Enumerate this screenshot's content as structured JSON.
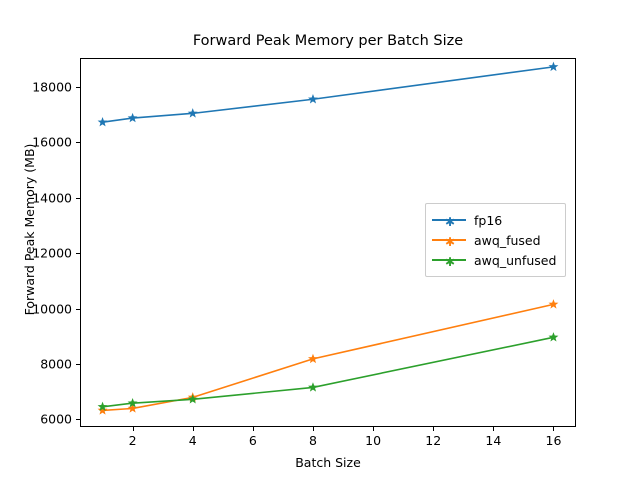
{
  "chart_data": {
    "type": "line",
    "title": "Forward Peak Memory per Batch Size",
    "xlabel": "Batch Size",
    "ylabel": "Forward Peak Memory (MB)",
    "x": [
      1,
      2,
      4,
      8,
      16
    ],
    "xlim": [
      0.25,
      16.75
    ],
    "ylim": [
      5720,
      19050
    ],
    "xticks": [
      2,
      4,
      6,
      8,
      10,
      12,
      14,
      16
    ],
    "xtick_labels": [
      "2",
      "4",
      "6",
      "8",
      "10",
      "12",
      "14",
      "16"
    ],
    "yticks": [
      6000,
      8000,
      10000,
      12000,
      14000,
      16000,
      18000
    ],
    "ytick_labels": [
      "6000",
      "8000",
      "10000",
      "12000",
      "14000",
      "16000",
      "18000"
    ],
    "grid": false,
    "legend_position": "center right",
    "marker": "star",
    "series": [
      {
        "name": "fp16",
        "color": "#1f77b4",
        "values": [
          16730,
          16880,
          17050,
          17560,
          18730
        ]
      },
      {
        "name": "awq_fused",
        "color": "#ff7f0e",
        "values": [
          6320,
          6390,
          6790,
          8180,
          10150
        ]
      },
      {
        "name": "awq_unfused",
        "color": "#2ca02c",
        "values": [
          6450,
          6580,
          6720,
          7150,
          8960
        ]
      }
    ]
  },
  "legend": {
    "items": [
      {
        "label": "fp16"
      },
      {
        "label": "awq_fused"
      },
      {
        "label": "awq_unfused"
      }
    ]
  }
}
